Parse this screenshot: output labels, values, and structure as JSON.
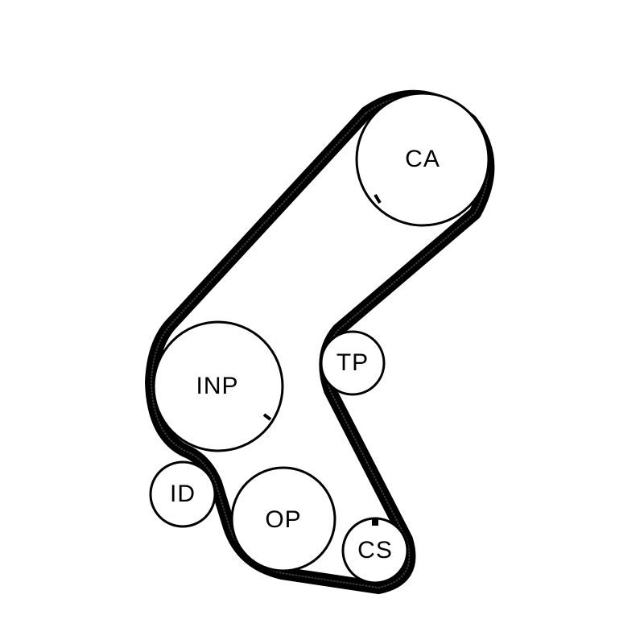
{
  "diagram": {
    "line_color": "#000000",
    "background": "#ffffff",
    "pulleys": [
      {
        "id": "ca",
        "label": "CA"
      },
      {
        "id": "inp",
        "label": "INP"
      },
      {
        "id": "tp",
        "label": "TP"
      },
      {
        "id": "id",
        "label": "ID"
      },
      {
        "id": "op",
        "label": "OP"
      },
      {
        "id": "cs",
        "label": "CS"
      }
    ]
  }
}
